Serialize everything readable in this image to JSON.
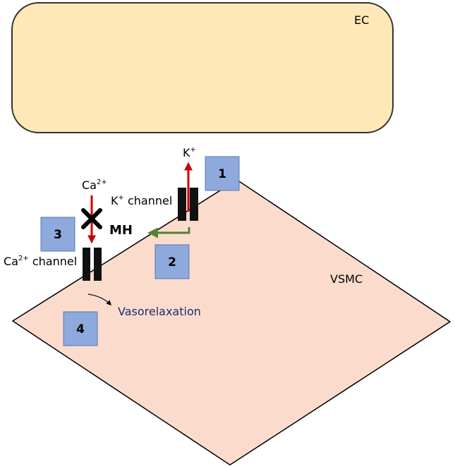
{
  "cells": {
    "endothelial": {
      "label": "EC",
      "fill": "#ffe8b8",
      "stroke": "#333333"
    },
    "smooth_muscle": {
      "label": "VSMC",
      "fill": "#fbdccc",
      "stroke": "#000000"
    }
  },
  "channels": {
    "potassium": {
      "ion": "K",
      "charge": "+",
      "name_prefix": "K",
      "name_suffix": " channel"
    },
    "calcium": {
      "ion": "Ca",
      "charge": "2+",
      "name_prefix": "Ca",
      "name_suffix": " channel"
    }
  },
  "agent": {
    "label": "MH"
  },
  "effect": {
    "label": "Vasorelaxation",
    "color": "#1f2a6e"
  },
  "steps": [
    "1",
    "2",
    "3",
    "4"
  ],
  "colors": {
    "ion_flow": "#cc0000",
    "signal_arrow": "#548235",
    "step_box_fill": "#8ea9db",
    "step_box_stroke": "#5a78b0",
    "block_mark": "#000000"
  },
  "icons": {
    "block": "x-mark-icon",
    "channel": "channel-icon"
  }
}
